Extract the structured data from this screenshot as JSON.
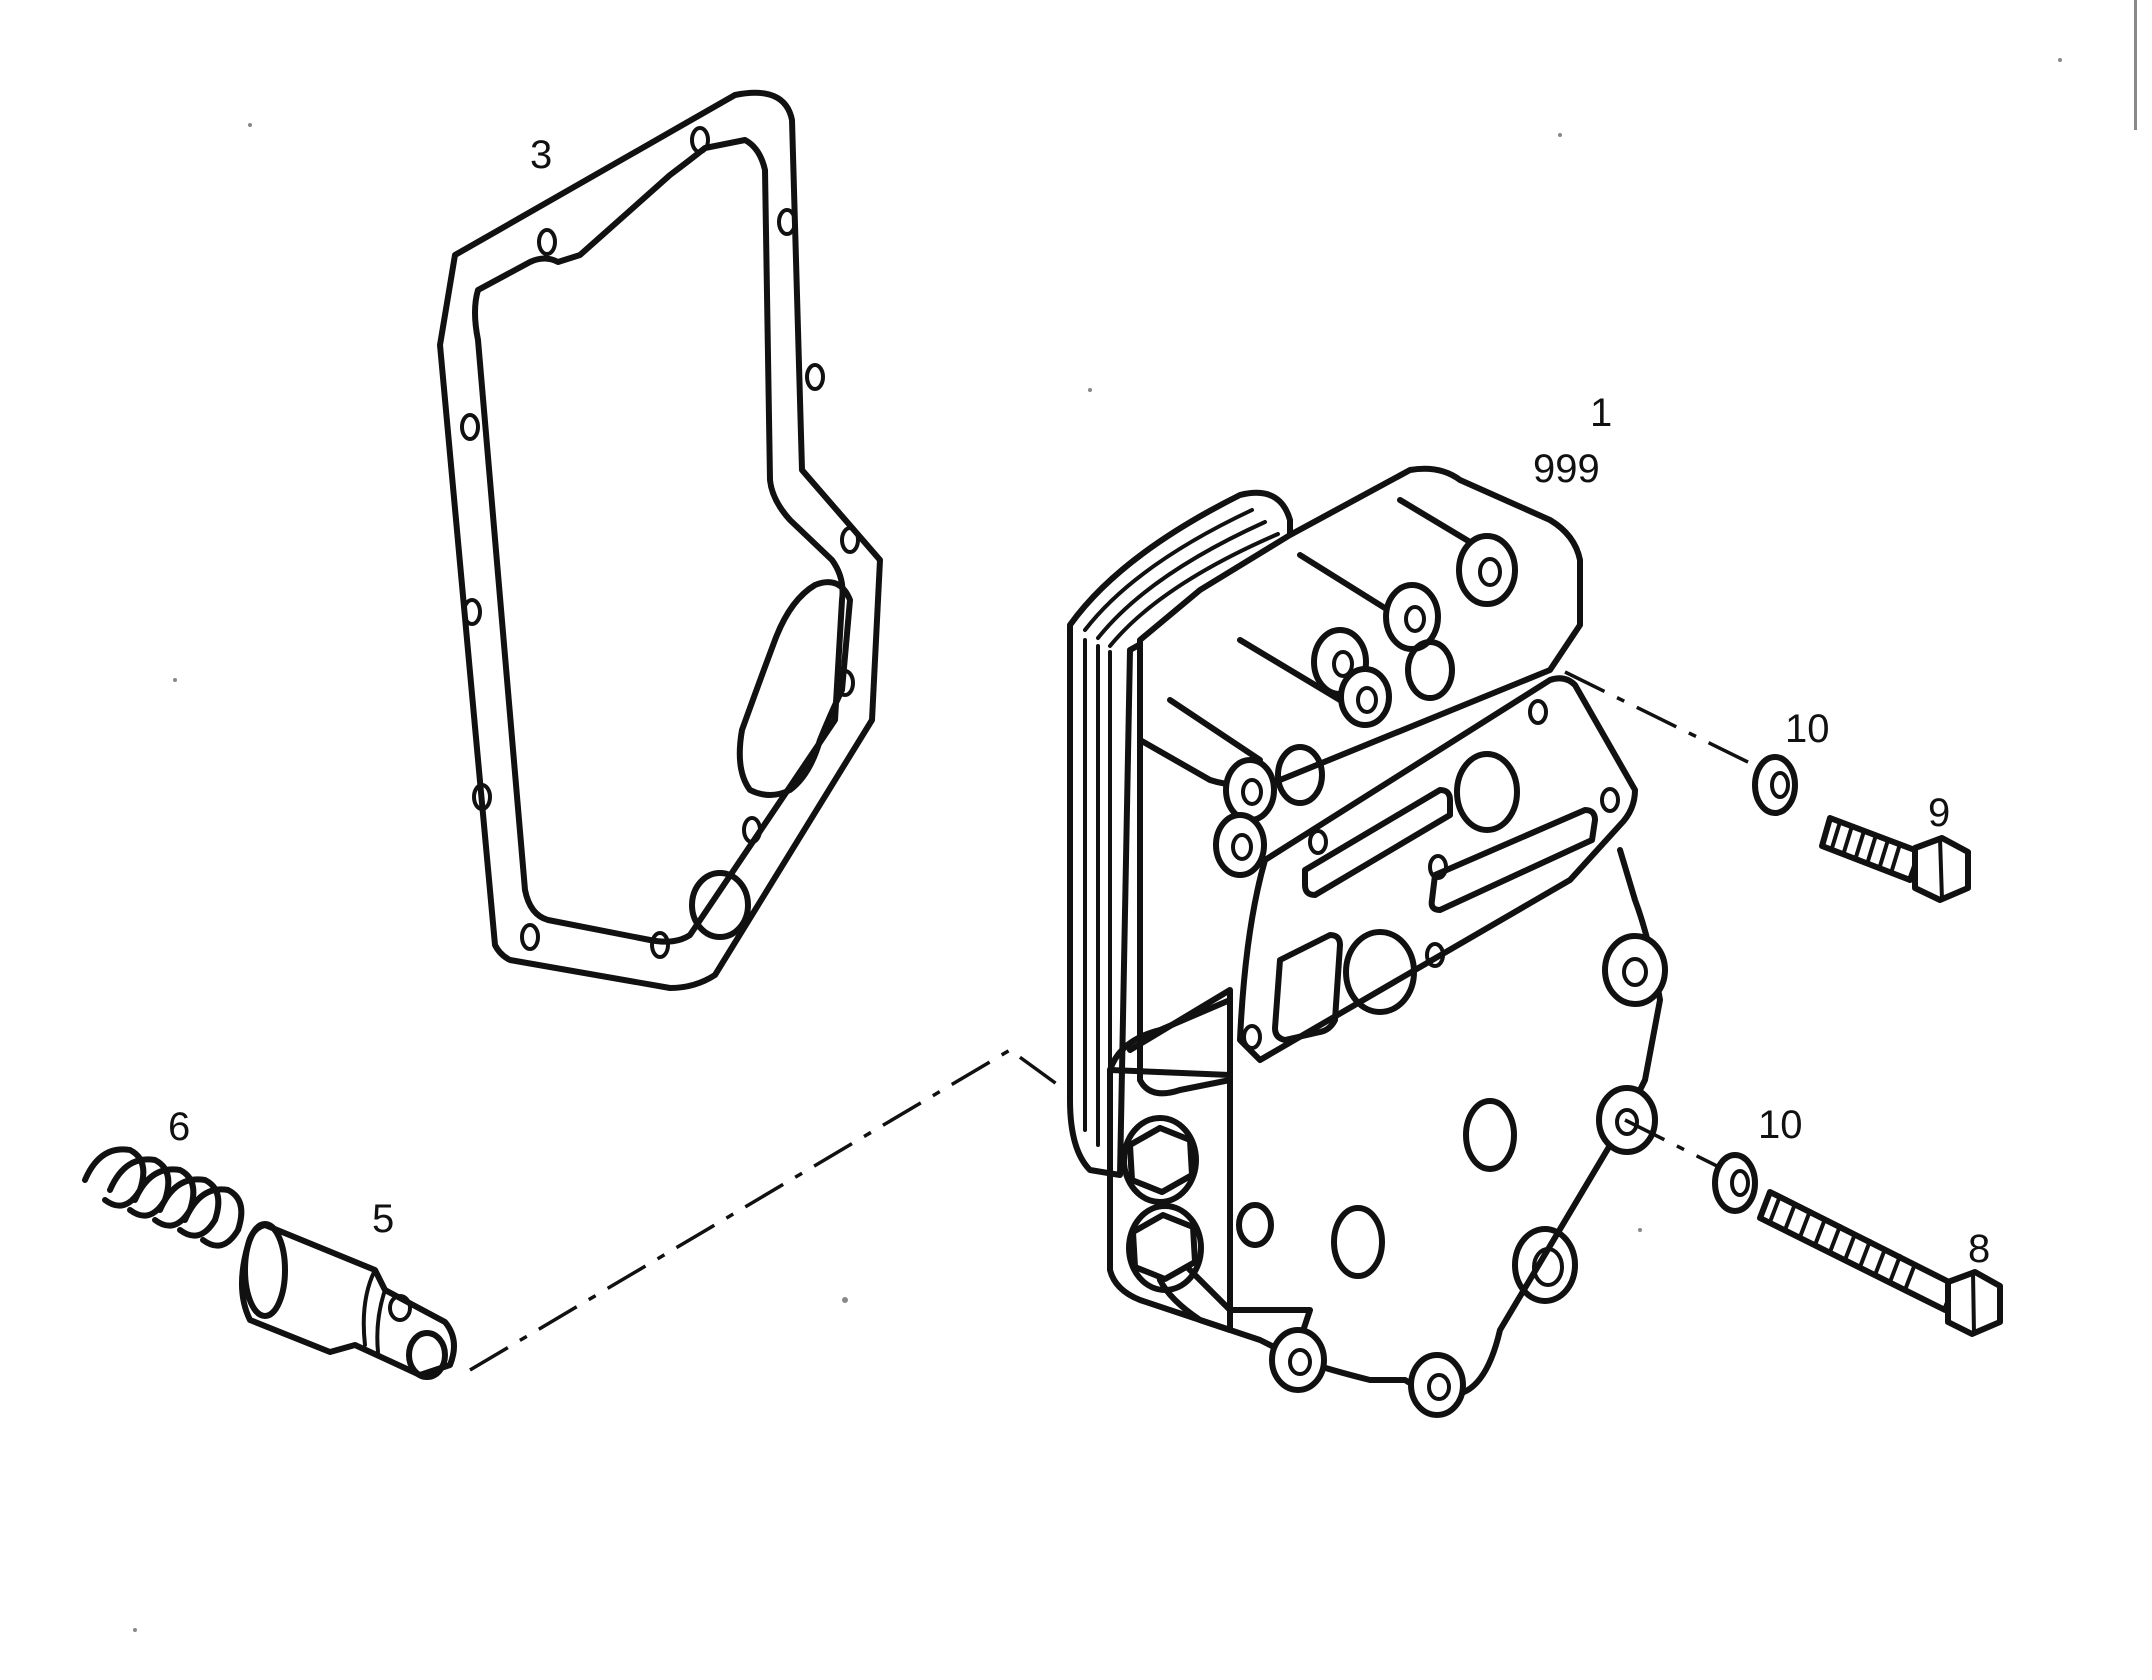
{
  "callouts": {
    "c1": "1",
    "c999": "999",
    "c3": "3",
    "c5": "5",
    "c6": "6",
    "c8": "8",
    "c9": "9",
    "c10a": "10",
    "c10b": "10"
  }
}
